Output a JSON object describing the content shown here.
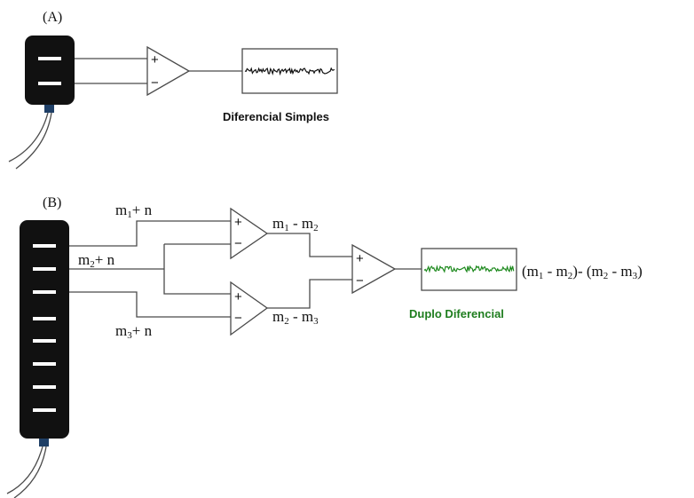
{
  "panel_a": {
    "label": "(A)",
    "caption": "Diferencial Simples"
  },
  "panel_b": {
    "label": "(B)",
    "inputs": [
      {
        "main": "m",
        "sub": "1",
        "rest": "+ n"
      },
      {
        "main": "m",
        "sub": "2",
        "rest": "+ n"
      },
      {
        "main": "m",
        "sub": "3",
        "rest": "+ n"
      }
    ],
    "diff_top": {
      "a": "m",
      "a_sub": "1",
      "op": " - ",
      "b": "m",
      "b_sub": "2"
    },
    "diff_bottom": {
      "a": "m",
      "a_sub": "2",
      "op": " - ",
      "b": "m",
      "b_sub": "3"
    },
    "output_formula": {
      "p1": "(m",
      "s1": "1",
      "p2": " - m",
      "s2": "2",
      "p3": ")- (m",
      "s3": "2",
      "p4": " - m",
      "s4": "3",
      "p5": ")"
    },
    "caption": "Duplo Diferencial"
  },
  "amp_signs": {
    "plus": "+",
    "minus": "−"
  },
  "colors": {
    "electrode_body": "#111111",
    "connector": "#1f3f66",
    "wire": "#4a4a4a",
    "signal_a": "#111111",
    "signal_b": "#1e8a1e",
    "caption_b": "#1e7d1e"
  }
}
